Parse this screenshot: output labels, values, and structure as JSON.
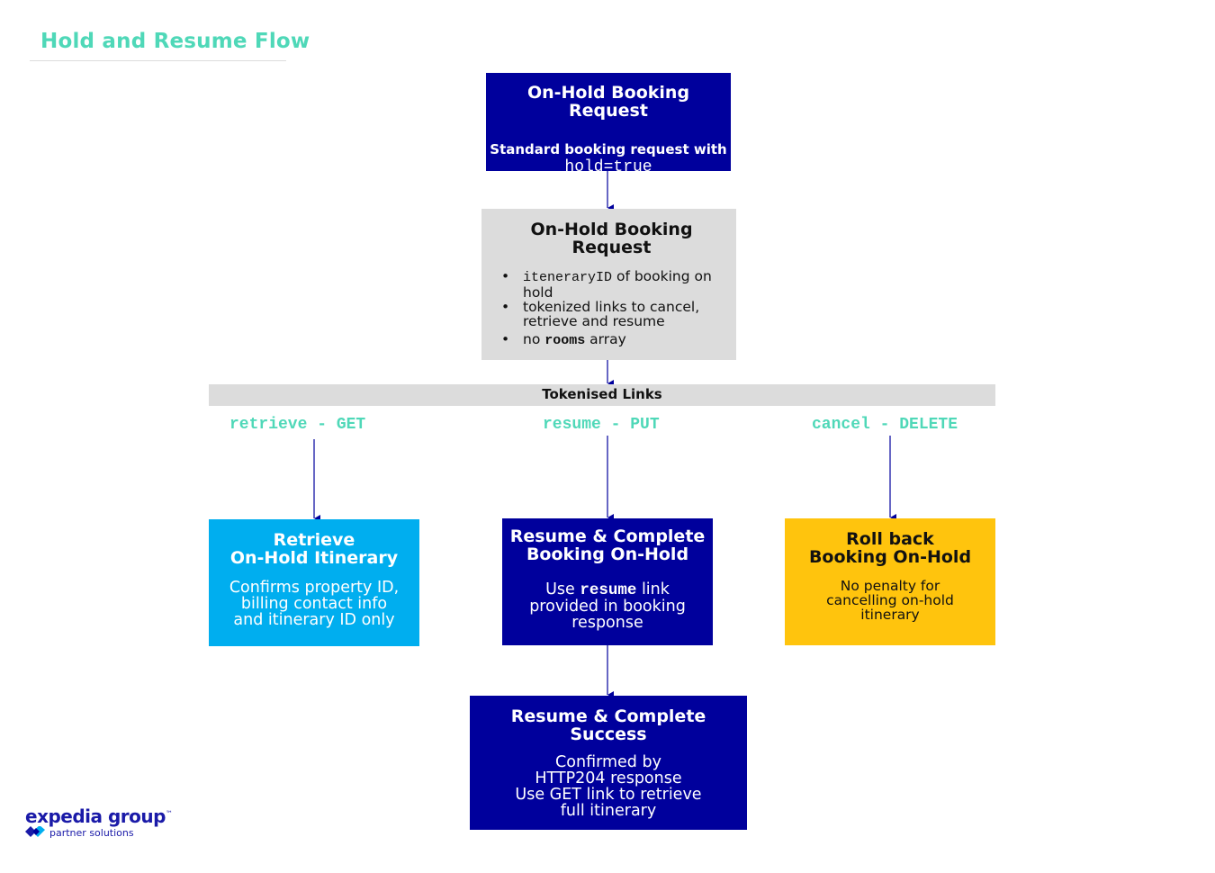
{
  "page": {
    "title": "Hold and Resume Flow"
  },
  "request_box": {
    "title": "On-Hold Booking Request",
    "line1": "Standard booking request with",
    "code": "hold=true"
  },
  "response_box": {
    "title": "On-Hold Booking Request",
    "bullets": [
      {
        "code": "iteneraryID",
        "text": " of booking on hold"
      },
      {
        "code": "",
        "text": "tokenized links to cancel, retrieve and resume"
      },
      {
        "prefix": "no ",
        "code": "rooms",
        "text": " array"
      }
    ]
  },
  "links_bar": {
    "label": "Tokenised Links"
  },
  "methods": {
    "retrieve": "retrieve - GET",
    "resume": "resume - PUT",
    "cancel": "cancel - DELETE"
  },
  "retrieve_box": {
    "title_line1": "Retrieve",
    "title_line2": "On-Hold Itinerary",
    "body": "Confirms property ID, billing contact info and itinerary ID only"
  },
  "resume_box": {
    "title_line1": "Resume & Complete",
    "title_line2": "Booking On-Hold",
    "body_pre": "Use ",
    "body_code": "resume",
    "body_post": " link provided in booking response"
  },
  "rollback_box": {
    "title_line1": "Roll back",
    "title_line2": "Booking On-Hold",
    "body": "No penalty for cancelling on-hold itinerary"
  },
  "success_box": {
    "title_line1": "Resume & Complete",
    "title_line2": "Success",
    "body1": "Confirmed by HTTP204 response",
    "body2": "Use GET link to retrieve full itinerary"
  },
  "logo": {
    "word": "expedia group",
    "tm": "™",
    "sub": "partner solutions"
  },
  "colors": {
    "navy": "#00009c",
    "grey": "#dcdcdc",
    "cyan": "#00aeef",
    "yellow": "#ffc40d",
    "teal": "#4fd8b8"
  }
}
